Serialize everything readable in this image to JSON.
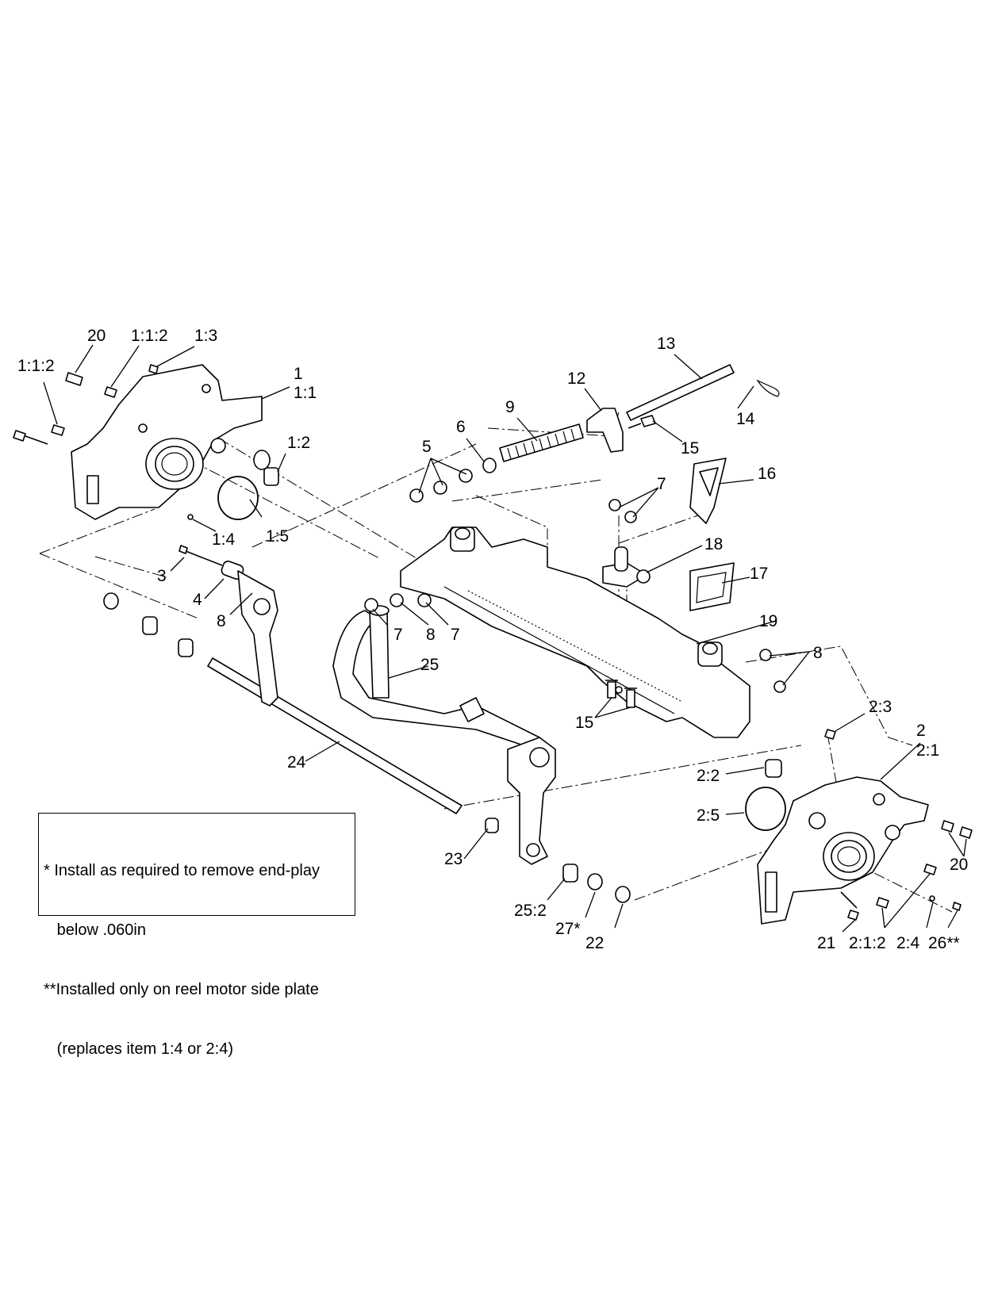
{
  "callouts": {
    "c20a": "20",
    "c112a": "1:1:2",
    "c13": "1:3",
    "c112b": "1:1:2",
    "c1": "1",
    "c11": "1:1",
    "c12": "1:2",
    "c14": "1:4",
    "c15": "1:5",
    "c3": "3",
    "c4": "4",
    "c8a": "8",
    "c7a": "7",
    "c8b": "8",
    "c7b": "7",
    "c5": "5",
    "c6": "6",
    "c9": "9",
    "c12p": "12",
    "c13p": "13",
    "c14p": "14",
    "c15a": "15",
    "c16": "16",
    "c7c": "7",
    "c18": "18",
    "c17": "17",
    "c19": "19",
    "c8c": "8",
    "c15b": "15",
    "c25": "25",
    "c24": "24",
    "c23": "23",
    "c252": "25:2",
    "c27": "27*",
    "c22": "22",
    "c23b": "2:3",
    "c2": "2",
    "c21": "2:1",
    "c22b": "2:2",
    "c25b": "2:5",
    "c20b": "20",
    "c21p": "21",
    "c212": "2:1:2",
    "c24b": "2:4",
    "c26": "26**"
  },
  "note": {
    "line1": "* Install as required to remove end-play",
    "line2": "   below .060in",
    "line3": "**Installed only on reel motor side plate",
    "line4": "   (replaces item 1:4 or 2:4)"
  }
}
